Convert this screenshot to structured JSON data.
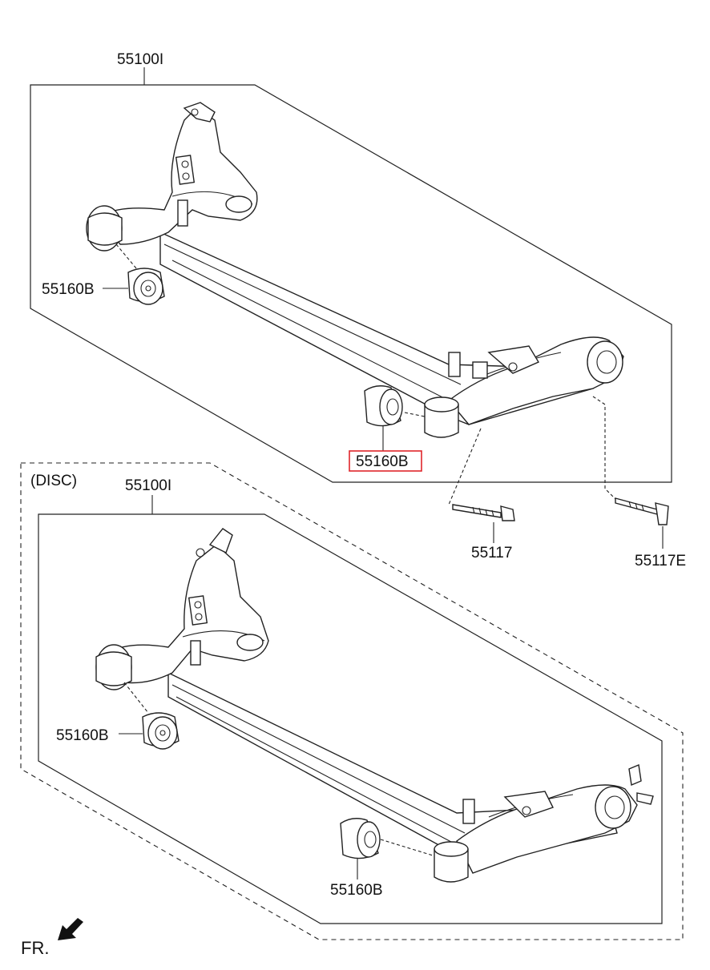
{
  "assembly_top": {
    "label": "55100I",
    "bushing_left": "55160B",
    "bushing_right": "55160B"
  },
  "assembly_bottom": {
    "variant": "(DISC)",
    "label": "55100I",
    "bushing_left": "55160B",
    "bushing_right": "55160B"
  },
  "bolts": {
    "bolt_a": "55117",
    "bolt_b": "55117E"
  },
  "direction_marker": "FR.",
  "colors": {
    "highlight": "#e0262b",
    "line": "#222222"
  }
}
